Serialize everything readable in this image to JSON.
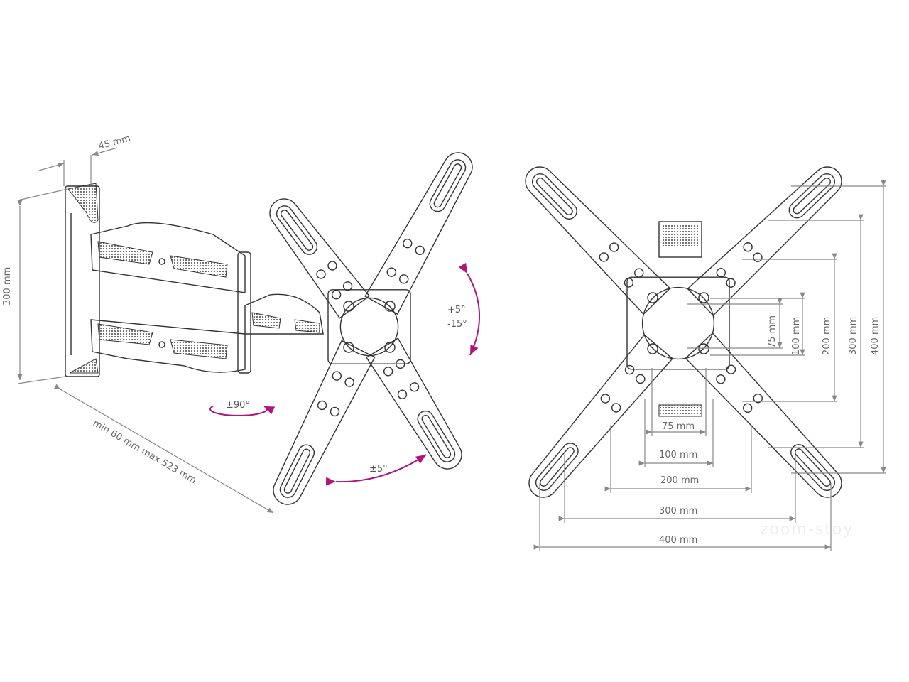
{
  "side_view": {
    "depth_label": "45 mm",
    "height_label": "300 mm",
    "extension_label": "min 60 mm max 523 mm",
    "swivel_label": "±90°",
    "rotation_label": "±5°",
    "tilt_up_label": "+5°",
    "tilt_down_label": "-15°"
  },
  "front_view": {
    "horizontal": [
      "75 mm",
      "100 mm",
      "200 mm",
      "300 mm",
      "400 mm"
    ],
    "vertical": [
      "75 mm",
      "100 mm",
      "200 mm",
      "300 mm",
      "400 mm"
    ]
  },
  "watermark": "zoom-stoy",
  "colors": {
    "accent": "#b0157a",
    "line": "#333333",
    "dimension": "#888888"
  }
}
